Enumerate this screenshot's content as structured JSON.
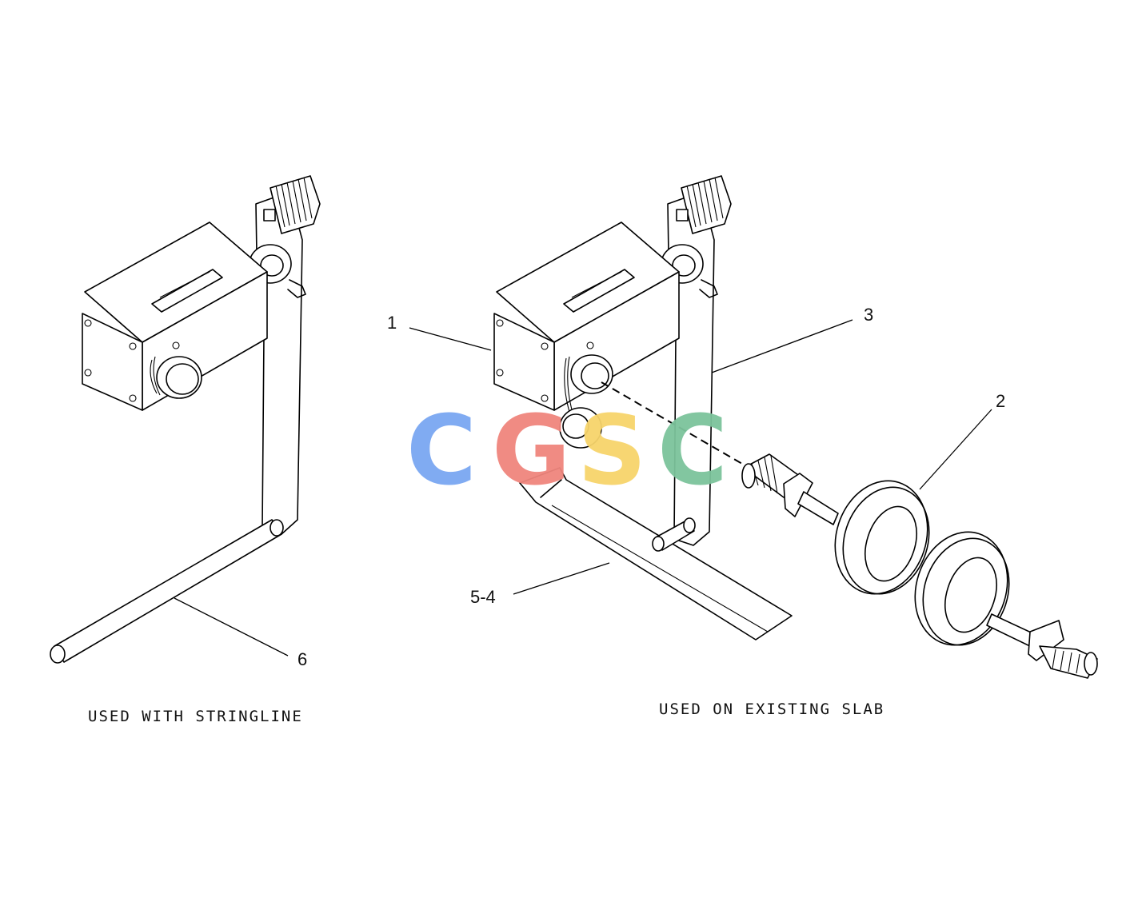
{
  "callouts": {
    "part_1": "1",
    "part_2": "2",
    "part_3": "3",
    "part_5_4": "5-4",
    "part_6": "6"
  },
  "captions": {
    "left": "USED WITH STRINGLINE",
    "right": "USED ON EXISTING SLAB"
  },
  "watermark": {
    "letters": [
      "C",
      "G",
      "S",
      "C"
    ],
    "colors": [
      "#7aa7f2",
      "#f0857d",
      "#f7d46b",
      "#7cc39b"
    ]
  }
}
